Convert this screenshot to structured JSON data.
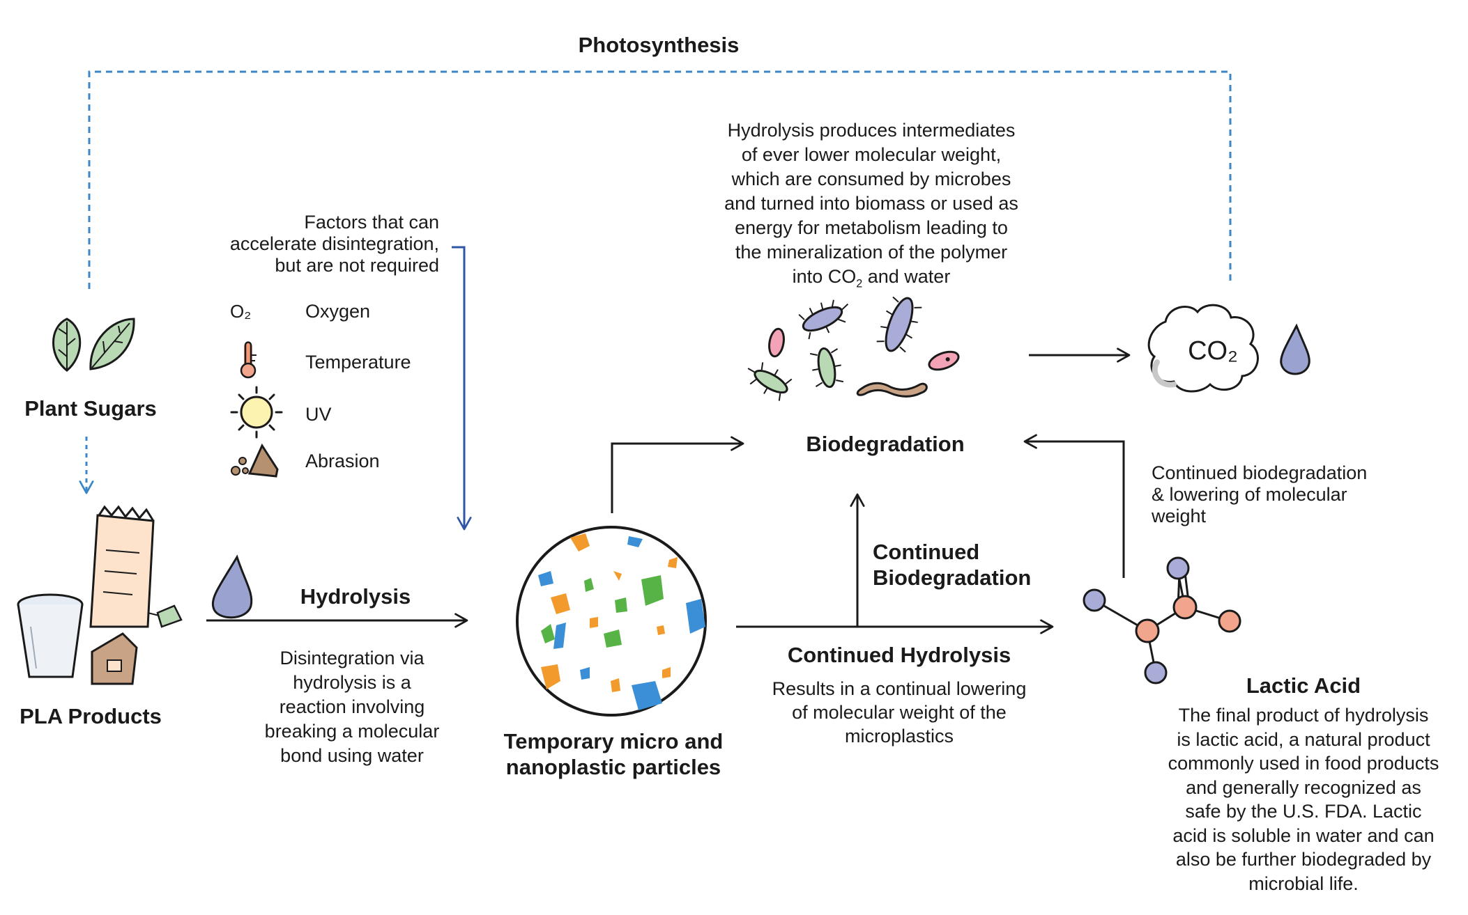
{
  "labels": {
    "photosynthesis": "Photosynthesis",
    "plant_sugars": "Plant Sugars",
    "pla_products": "PLA Products",
    "factors_title": "Factors that can\naccelerate disintegration,\nbut are not required",
    "oxygen": "Oxygen",
    "temperature": "Temperature",
    "uv": "UV",
    "abrasion": "Abrasion",
    "oxygen_glyph": "O₂",
    "hydrolysis": "Hydrolysis",
    "hydrolysis_desc": "Disintegration via\nhydrolysis is a\nreaction  involving\nbreaking a molecular\nbond using water",
    "particles": "Temporary micro and\nnanoplastic particles",
    "biodeg_desc_main": "Hydrolysis produces intermediates\nof ever lower molecular weight,\nwhich are consumed by microbes\nand turned into biomass or used as\nenergy for metabolism leading to\nthe mineralization of the polymer\ninto CO",
    "biodeg_desc_sub": "2",
    "biodeg_desc_end": " and water",
    "biodegradation": "Biodegradation",
    "continued_biodegradation": "Continued\nBiodegradation",
    "continued_hydrolysis": "Continued Hydrolysis",
    "continued_hydrolysis_desc": "Results in a continual lowering\nof molecular weight of the\nmicroplastics",
    "continued_biodeg_lowering": "Continued biodegradation\n& lowering of molecular\nweight",
    "lactic_acid": "Lactic Acid",
    "lactic_acid_desc": "The final product of hydrolysis\nis lactic acid, a natural product\ncommonly used in food products\nand generally recognized as\nsafe by the U.S. FDA. Lactic\nacid is soluble in water and can\nalso be further biodegraded by\nmicrobial life.",
    "co2_glyph": "CO₂"
  },
  "icons": {
    "leaves": "leaves-icon",
    "pla_products": "pla-products-icon",
    "oxygen": "oxygen-icon",
    "temperature": "thermometer-icon",
    "uv": "sun-icon",
    "abrasion": "abrasion-icon",
    "water_drop": "water-drop-icon",
    "particles": "particles-circle-icon",
    "microbes": "microbes-icon",
    "co2_cloud": "co2-cloud-icon",
    "lactic_acid": "molecule-icon"
  },
  "colors": {
    "photosynthesis_line": "#3a86c8",
    "factors_arrow": "#2f55a4",
    "ink": "#1a1a1a",
    "drop_fill": "#9aa2cf",
    "particle_orange": "#f39a2c",
    "particle_blue": "#3b8fd6",
    "particle_green": "#58b347",
    "molecule_orange": "#f2a58d",
    "molecule_blue": "#a9acd6"
  }
}
